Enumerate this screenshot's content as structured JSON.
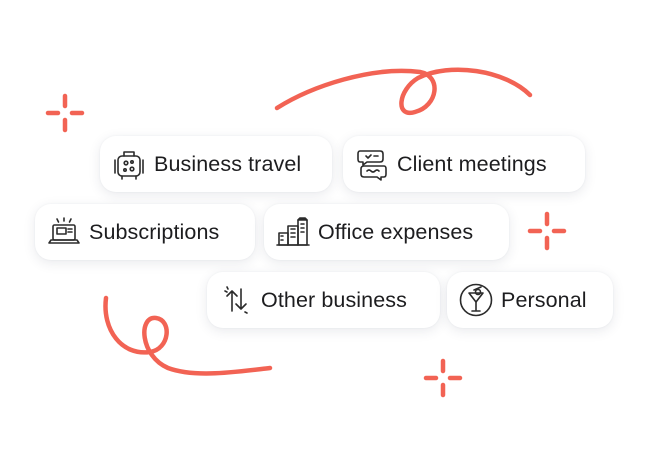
{
  "colors": {
    "accent": "#f26354",
    "text": "#1d1d1f",
    "chip_bg": "#ffffff",
    "icon_stroke": "#2b2b2b"
  },
  "chips": [
    {
      "label": "Business travel",
      "icon": "luggage-icon"
    },
    {
      "label": "Client meetings",
      "icon": "chat-bubbles-icon"
    },
    {
      "label": "Subscriptions",
      "icon": "laptop-icon"
    },
    {
      "label": "Office expenses",
      "icon": "buildings-icon"
    },
    {
      "label": "Other business",
      "icon": "transfer-arrows-icon"
    },
    {
      "label": "Personal",
      "icon": "cocktail-icon"
    }
  ]
}
